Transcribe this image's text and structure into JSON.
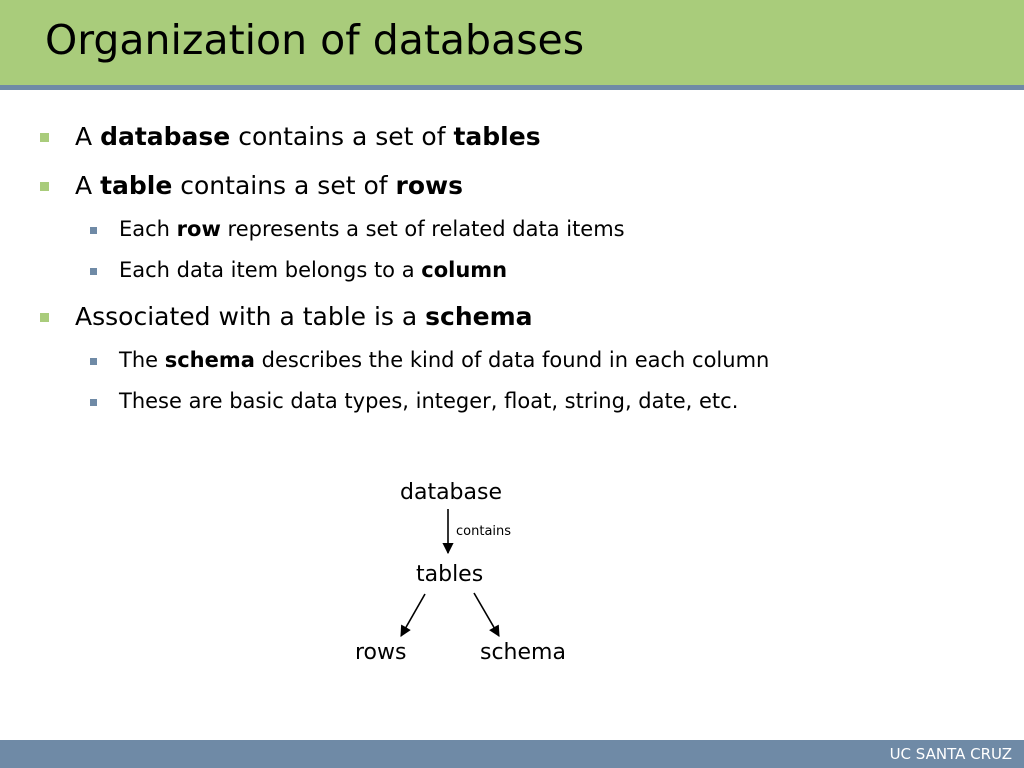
{
  "slide": {
    "title": "Organization of databases",
    "footer": "UC SANTA CRUZ"
  },
  "bullets": [
    {
      "level": 1,
      "parts": [
        "A ",
        "database",
        " contains a set of ",
        "tables"
      ]
    },
    {
      "level": 1,
      "parts": [
        "A ",
        "table",
        " contains a set of ",
        "rows"
      ]
    },
    {
      "level": 2,
      "parts": [
        "Each ",
        "row",
        " represents a set of related data items"
      ]
    },
    {
      "level": 2,
      "parts": [
        "Each data item belongs to a ",
        "column"
      ]
    },
    {
      "level": 1,
      "parts": [
        "Associated with a table is a ",
        "schema"
      ]
    },
    {
      "level": 2,
      "parts": [
        "The ",
        "schema",
        " describes the kind of data found in each column"
      ]
    },
    {
      "level": 2,
      "parts": [
        "These are basic data types, integer, float, string, date, etc."
      ]
    }
  ],
  "diagram": {
    "nodes": {
      "database": "database",
      "tables": "tables",
      "rows": "rows",
      "schema": "schema"
    },
    "edge_label": "contains"
  },
  "colors": {
    "title_band": "#a9cc7b",
    "accent_blue": "#6f8aa6"
  }
}
